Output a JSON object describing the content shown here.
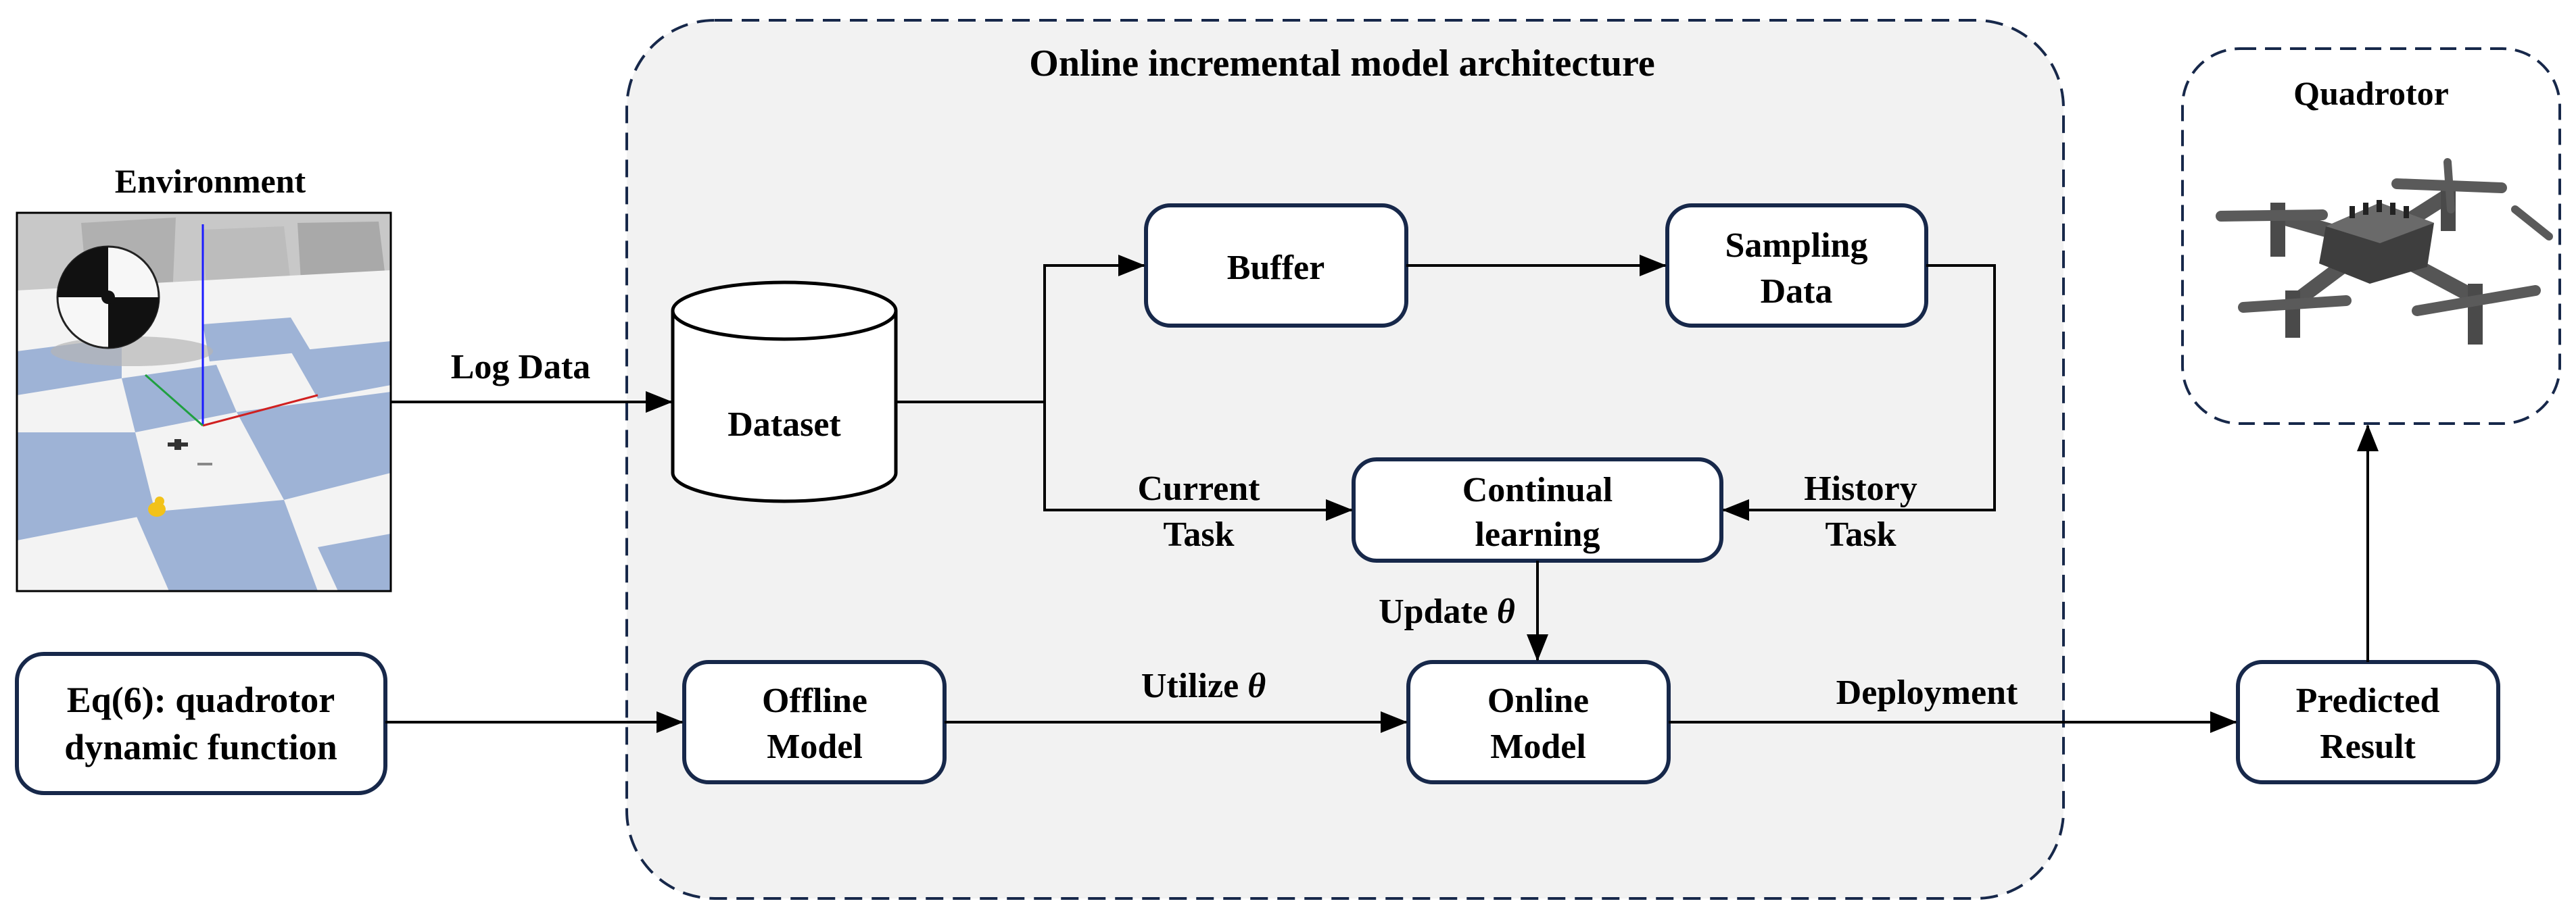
{
  "colors": {
    "box_stroke": "#17284a",
    "panel_fill": "#f2f2f2",
    "panel_stroke": "#17284a",
    "arrow": "#000000",
    "checker_light": "#f3f3f3",
    "checker_blue": "#9eb3d6",
    "drone_body": "#4a4a4a",
    "drone_blade": "#555555"
  },
  "panel": {
    "title": "Online incremental model architecture"
  },
  "environment": {
    "title": "Environment"
  },
  "quadrotor": {
    "title": "Quadrotor"
  },
  "dataset": {
    "label": "Dataset"
  },
  "boxes": {
    "buffer": [
      "Buffer"
    ],
    "sampling": [
      "Sampling",
      "Data"
    ],
    "continual": [
      "Continual",
      "learning"
    ],
    "offline": [
      "Offline",
      "Model"
    ],
    "online": [
      "Online",
      "Model"
    ],
    "eq": [
      "Eq(6): quadrotor",
      "dynamic function"
    ],
    "predicted": [
      "Predicted",
      "Result"
    ]
  },
  "edges": {
    "log_data": "Log Data",
    "current_task": [
      "Current",
      "Task"
    ],
    "history_task": [
      "History",
      "Task"
    ],
    "update_prefix": "Update ",
    "utilize_prefix": "Utilize ",
    "theta": "θ",
    "deployment": "Deployment"
  }
}
